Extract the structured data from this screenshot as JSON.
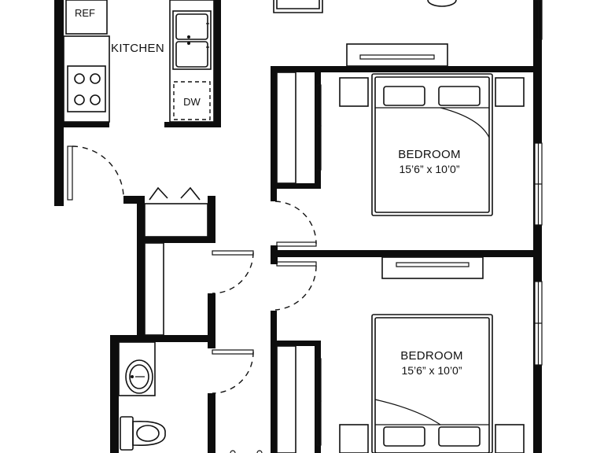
{
  "rooms": {
    "kitchen": {
      "name": "KITCHEN"
    },
    "bedroom_1": {
      "name": "BEDROOM",
      "size": "15’6” x 10’0”"
    },
    "bedroom_2": {
      "name": "BEDROOM",
      "size": "15’6” x 10’0”"
    }
  },
  "fixtures": {
    "refrigerator": "REF",
    "dishwasher": "DW"
  }
}
